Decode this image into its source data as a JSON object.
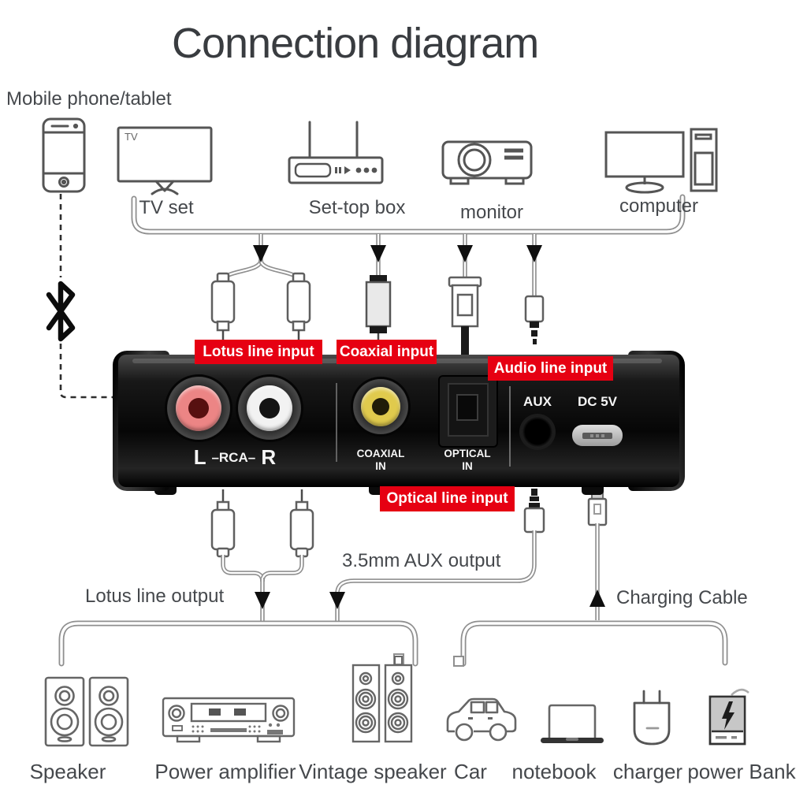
{
  "title": "Connection diagram",
  "colors": {
    "accent_red": "#e60012",
    "cable_gray": "#8f8f8f",
    "label_text": "#45484c",
    "device_black": "#0a0a0a"
  },
  "top_section": {
    "mobile_label": "Mobile phone/tablet",
    "devices": [
      {
        "name": "tv-set",
        "label": "TV set",
        "screen_text": "TV"
      },
      {
        "name": "set-top-box",
        "label": "Set-top box"
      },
      {
        "name": "monitor",
        "label": "monitor"
      },
      {
        "name": "computer",
        "label": "computer"
      }
    ]
  },
  "input_labels": {
    "lotus": "Lotus line input",
    "coaxial": "Coaxial input",
    "audio": "Audio line input",
    "optical": "Optical line input"
  },
  "device_panel": {
    "rca_left": "L",
    "rca_mid": "–RCA–",
    "rca_right": "R",
    "coaxial_line1": "COAXIAL",
    "coaxial_line2": "IN",
    "optical_line1": "OPTICAL",
    "optical_line2": "IN",
    "aux": "AUX",
    "dc": "DC 5V"
  },
  "output_labels": {
    "lotus": "Lotus line output",
    "aux": "3.5mm AUX output",
    "charging": "Charging Cable"
  },
  "bottom_devices": [
    {
      "name": "speaker",
      "label": "Speaker"
    },
    {
      "name": "power-amplifier",
      "label": "Power amplifier"
    },
    {
      "name": "vintage-speaker",
      "label": "Vintage speaker"
    },
    {
      "name": "car",
      "label": "Car"
    },
    {
      "name": "notebook",
      "label": "notebook"
    },
    {
      "name": "charger",
      "label": "charger"
    },
    {
      "name": "power-bank",
      "label": "power Bank"
    }
  ]
}
